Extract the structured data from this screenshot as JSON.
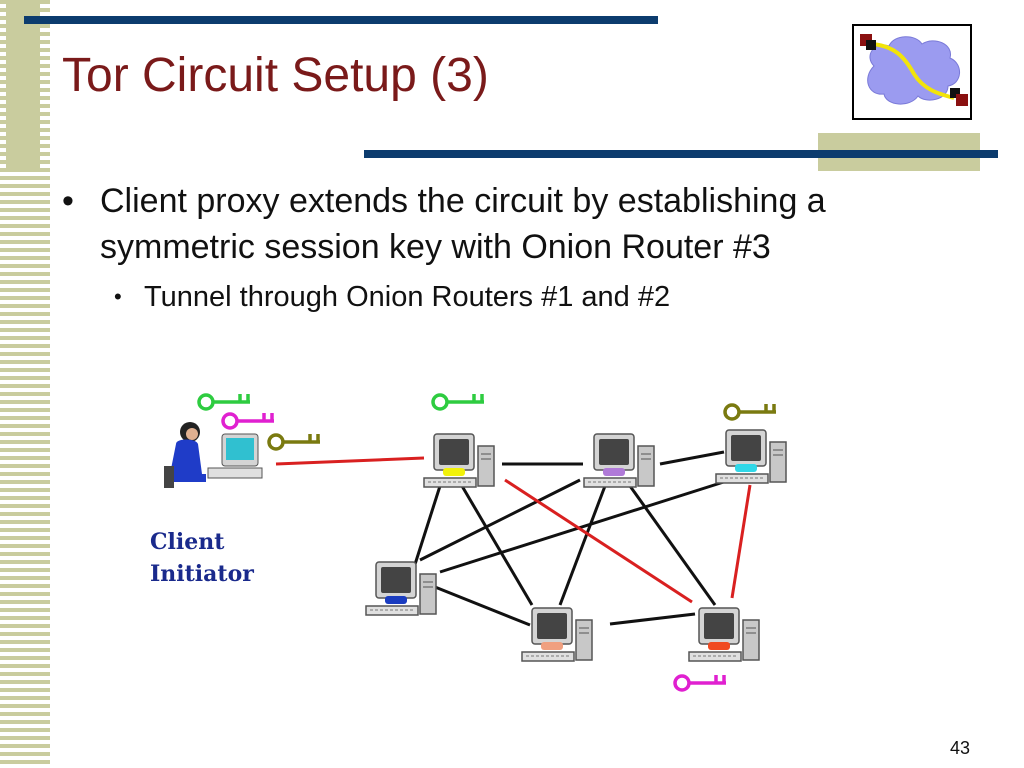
{
  "slide": {
    "title": "Tor Circuit Setup (3)",
    "bullets": [
      {
        "text": "Client proxy extends the circuit by establishing a symmetric session key with Onion Router #3"
      },
      {
        "text": "Tunnel through Onion Routers #1 and #2"
      }
    ],
    "bullet_marker": "•",
    "client_label_line1": "Client",
    "client_label_line2": "Initiator",
    "page_number": "43"
  },
  "colors": {
    "title": "#7a1a1a",
    "accent_bar": "#0c3c6e",
    "stripe": "#c9cc9e",
    "key_green": "#2ecc40",
    "key_magenta": "#e020d0",
    "key_olive": "#7a7a10",
    "active_link": "#d92020",
    "idle_link": "#111111"
  }
}
